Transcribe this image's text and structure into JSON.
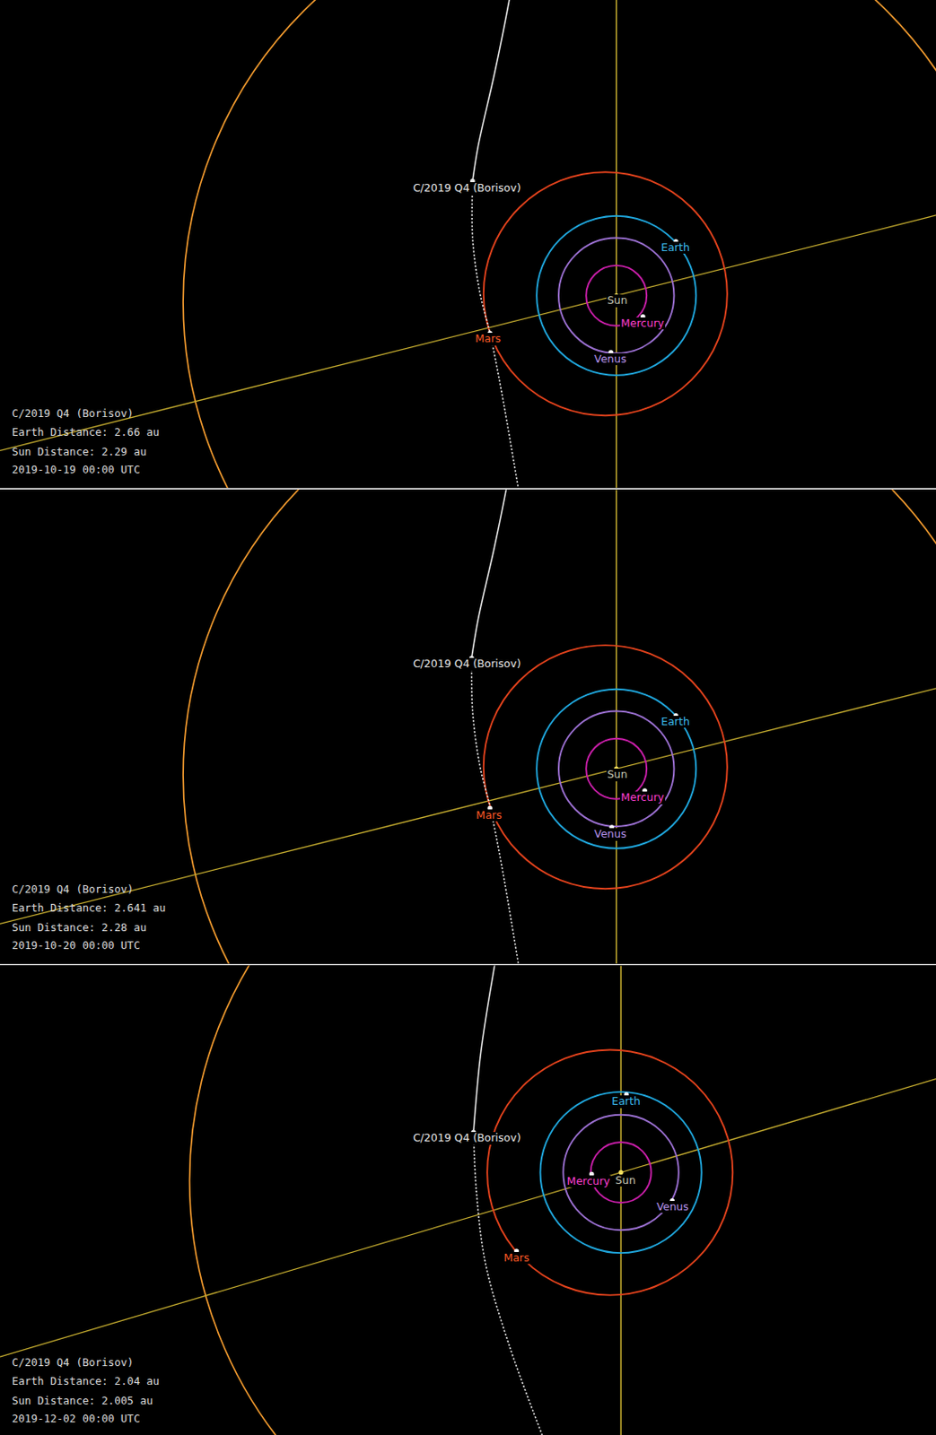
{
  "diagram": {
    "labels": [
      "C/2019 Q4 (Borisov)",
      "Earth",
      "Sun",
      "Mercury",
      "Mars",
      "Venus",
      "C/2019 Q4 (Borisov)",
      "Earth Distance: 2.66 au",
      "Sun Distance: 2.29 au",
      "2019-10-19 00:00 UTC",
      "C/2019 Q4 (Borisov)",
      "Earth",
      "Sun",
      "Mercury",
      "Mars",
      "Venus",
      "C/2019 Q4 (Borisov)",
      "Earth Distance: 2.641 au",
      "Sun Distance: 2.28 au",
      "2019-10-20 00:00 UTC",
      "C/2019 Q4 (Borisov)",
      "Earth",
      "Mercury",
      "Sun",
      "Venus",
      "Mars",
      "C/2019 Q4 (Borisov)",
      "Earth Distance: 2.04 au",
      "Sun Distance: 2.005 au",
      "2019-12-02 00:00 UTC"
    ]
  }
}
